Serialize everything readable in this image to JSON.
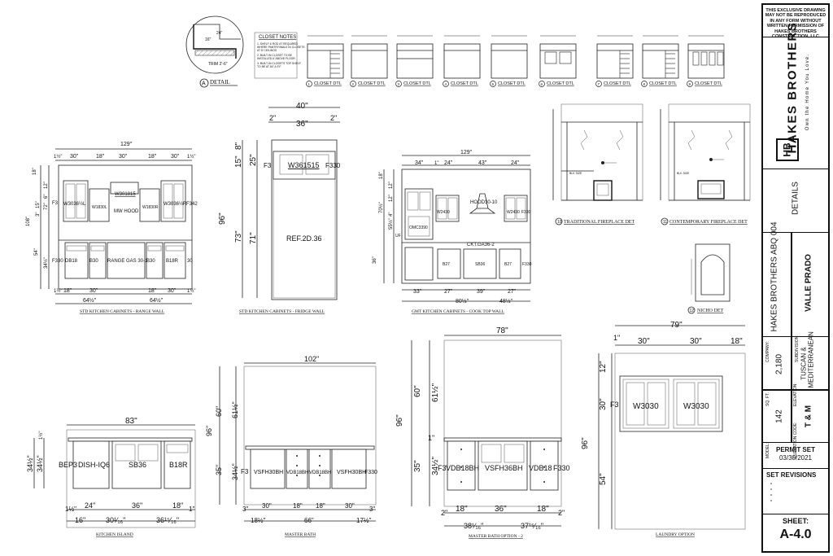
{
  "title_block": {
    "notice": [
      "THIS EXCLUSIVE DRAWING",
      "MAY NOT BE REPRODUCED",
      "IN ANY FORM WITHOUT",
      "WRITTEN PERMISSION OF",
      "HAKES BROTHERS",
      "CONSTRUCTION, LLC"
    ],
    "logo_mark": "HB",
    "brand_name": "HAKES BROTHERS",
    "tagline": "Own the Home You Love.",
    "sheet_title": "DETAILS",
    "company_label": "COMPANY:",
    "company": "HAKES BROTHERS ABQ 004",
    "subdivision_label": "SUBDIVISION:",
    "subdivision": "VALLE PRADO",
    "sqft_label": "SQ. FT.",
    "sqft": "2,180",
    "elevation_label": "ELEVATION:",
    "elevation": [
      "TUSCAN &",
      "MEDITERRANEAN"
    ],
    "model_label": "MODEL:",
    "model": "142",
    "elevation_code_label": "ELEVATION CODE:",
    "elevation_code": "T & M",
    "permit_set": "PERMIT SET",
    "permit_date": "03/30/2021",
    "set_revisions": "SET REVISIONS",
    "sheet_label": "SHEET:",
    "sheet_number": "A-4.0"
  },
  "top_row": {
    "detail_a": {
      "tag": "A",
      "title": "DETAIL",
      "dims": [
        "16\"",
        "24\"",
        "TRIM 2'-6\""
      ]
    },
    "closet_notes": {
      "title": "CLOSET NOTES",
      "lines": [
        "1. SHELF & ROD AT REQUIRED",
        "WHERE PANTRY/WALK IN CLOSETS",
        "AT 8' CEILINGS",
        "2. BUILT-IN CLOSET TO BE",
        "INSTALLED 6' ABOVE FLOOR",
        "3. BUILT-IN CLOSETS TOP SHELF",
        "TO BE AT 84\" A.F.F."
      ]
    },
    "closet_details": [
      {
        "tag": "1",
        "title": "CLOSET DTL"
      },
      {
        "tag": "2",
        "title": "CLOSET DTL"
      },
      {
        "tag": "3",
        "title": "CLOSET DTL"
      },
      {
        "tag": "4",
        "title": "CLOSET DTL"
      },
      {
        "tag": "5",
        "title": "CLOSET DTL"
      },
      {
        "tag": "6",
        "title": "CLOSET DTL"
      },
      {
        "tag": "7",
        "title": "CLOSET DTL"
      },
      {
        "tag": "8",
        "title": "CLOSET DTL"
      },
      {
        "tag": "9",
        "title": "CLOSET DTL"
      }
    ],
    "fireplace_traditional": {
      "tag": "10",
      "title": "TRADITIONAL FIREPLACE DET"
    },
    "fireplace_contemporary": {
      "tag": "11",
      "title": "CONTEMPORARY FIREPLACE DET"
    },
    "niche": {
      "tag": "12",
      "title": "NICHO DET"
    }
  },
  "range_wall": {
    "title": "STD KITCHEN CABINETS - RANGE WALL",
    "overall": "129\"",
    "top_dims": [
      "1½\"",
      "30\"",
      "18\"",
      "30\"",
      "18\"",
      "30\"",
      "1½\""
    ],
    "uppers": [
      "W3036½L",
      "W1830L",
      "W301815",
      "MW HOOD",
      "W1830R",
      "W3036½R",
      "F342"
    ],
    "left_filler": "F3",
    "lowers": [
      "F330",
      "DB18",
      "B30",
      "RANGE GAS 30-1",
      "B30",
      "B18R",
      "30"
    ],
    "left_dims": [
      "18\"",
      "12\"",
      "6\"",
      "15\"",
      "72\"",
      "3\"",
      "108\"",
      "54\"",
      "34½\""
    ],
    "bottom_dims": [
      "1½\"",
      "18\"",
      "30\"",
      "18\"",
      "30\"",
      "1½\""
    ],
    "bottom_totals": [
      "64½\"",
      "64½\""
    ]
  },
  "fridge_wall": {
    "title": "STD KITCHEN CABINETS - FRIDGE WALL",
    "overall": "40\"",
    "inner": [
      "2\"",
      "36\"",
      "2\""
    ],
    "upper": "W361515",
    "left_filler": "F3",
    "right_filler": "F330",
    "fridge": "REF.2D.36",
    "heights": [
      "15\"",
      "8\"",
      "25\"",
      "96\"",
      "73\"",
      "71\""
    ]
  },
  "cook_top_wall": {
    "title": "GMT KITCHEN CABINETS - COOK TOP WALL",
    "overall": "129\"",
    "top_dims": [
      "34\"",
      "1\"",
      "24\"",
      "43\"",
      "24\""
    ],
    "left_dims": [
      "18\"",
      "12\"",
      "12\"",
      "70½\"",
      "4\"",
      "55½\"",
      "36\""
    ],
    "uppers": [
      "W2430",
      "HOOD30-10",
      "W2430",
      "F330",
      "OMC3390",
      "UF"
    ],
    "lowers": [
      "CKT.GA36-2",
      "B27",
      "SB36",
      "B27",
      "F330"
    ],
    "bottom_dims": [
      "33\"",
      "27\"",
      "39\"",
      "27\""
    ],
    "bottom_totals": [
      "80½\"",
      "48½\""
    ]
  },
  "island": {
    "title": "KITCHEN ISLAND",
    "overall": "83\"",
    "labels": [
      "BEP3",
      "DISH-IQ6",
      "SB36",
      "B18R"
    ],
    "left_dims": [
      "1½\"",
      "34½\"",
      "34½\""
    ],
    "bottom_dims": [
      "1½\"",
      "24\"",
      "36\"",
      "18\"",
      "1\""
    ],
    "bottom_totals": [
      "16\"",
      "30¹⁄₁₆\"",
      "36¹⁵⁄₁₆\""
    ]
  },
  "master_bath": {
    "title": "MASTER BATH",
    "overall": "102\"",
    "labels": [
      "F3",
      "VSFH30BH",
      "VDB18BH",
      "VDB18BH",
      "VSFH30BH",
      "F330"
    ],
    "left_dims": [
      "60\"",
      "61½\"",
      "96\"",
      "35\"",
      "34½\""
    ],
    "bottom_dims": [
      "3\"",
      "30\"",
      "18\"",
      "18\"",
      "30\"",
      "3\""
    ],
    "bottom_totals": [
      "18½\"",
      "66\"",
      "17½\""
    ]
  },
  "master_bath_2": {
    "title": "MASTER BATH OPTION - 2",
    "overall": "78\"",
    "labels": [
      "F3",
      "VDB18BH",
      "VSFH36BH",
      "VDB18",
      "F330"
    ],
    "left_dims": [
      "60\"",
      "61½\"",
      "96\"",
      "35\"",
      "34½\"",
      "1\""
    ],
    "bottom_dims": [
      "2\"",
      "18\"",
      "36\"",
      "18\"",
      "2\""
    ],
    "bottom_totals": [
      "38¹⁄₁₆\"",
      "37¹⁵⁄₁₆\""
    ]
  },
  "laundry": {
    "title": "LAUNDRY OPTION",
    "overall": "79\"",
    "top_dims": [
      "1\"",
      "30\"",
      "30\"",
      "18\""
    ],
    "labels": [
      "F3",
      "W3030",
      "W3030"
    ],
    "left_dims": [
      "12\"",
      "30\"",
      "96\"",
      "54\""
    ]
  }
}
